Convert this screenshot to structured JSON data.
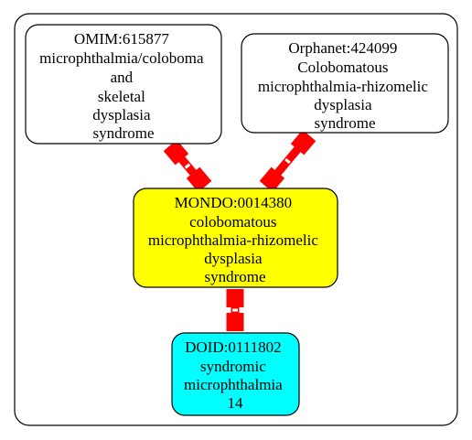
{
  "graph": {
    "nodes": [
      {
        "id": "omim",
        "lines": [
          "OMIM:615877",
          "microphthalmia/coloboma",
          "and",
          "skeletal",
          "dysplasia",
          "syndrome"
        ],
        "fill": "#ffffff"
      },
      {
        "id": "orphanet",
        "lines": [
          "Orphanet:424099",
          "Colobomatous",
          "microphthalmia-rhizomelic",
          "dysplasia",
          "syndrome"
        ],
        "fill": "#ffffff"
      },
      {
        "id": "mondo",
        "lines": [
          "MONDO:0014380",
          "colobomatous",
          "microphthalmia-rhizomelic",
          "dysplasia",
          "syndrome"
        ],
        "fill": "#ffff00"
      },
      {
        "id": "doid",
        "lines": [
          "DOID:0111802",
          "syndromic",
          "microphthalmia",
          "14"
        ],
        "fill": "#00ffff"
      }
    ],
    "edges": [
      {
        "from": "omim",
        "to": "mondo"
      },
      {
        "from": "orphanet",
        "to": "mondo"
      },
      {
        "from": "mondo",
        "to": "doid"
      }
    ],
    "colors": {
      "edge": "#ff0000",
      "node_border": "#000000",
      "cluster_border": "#000000",
      "background": "#ffffff"
    }
  }
}
